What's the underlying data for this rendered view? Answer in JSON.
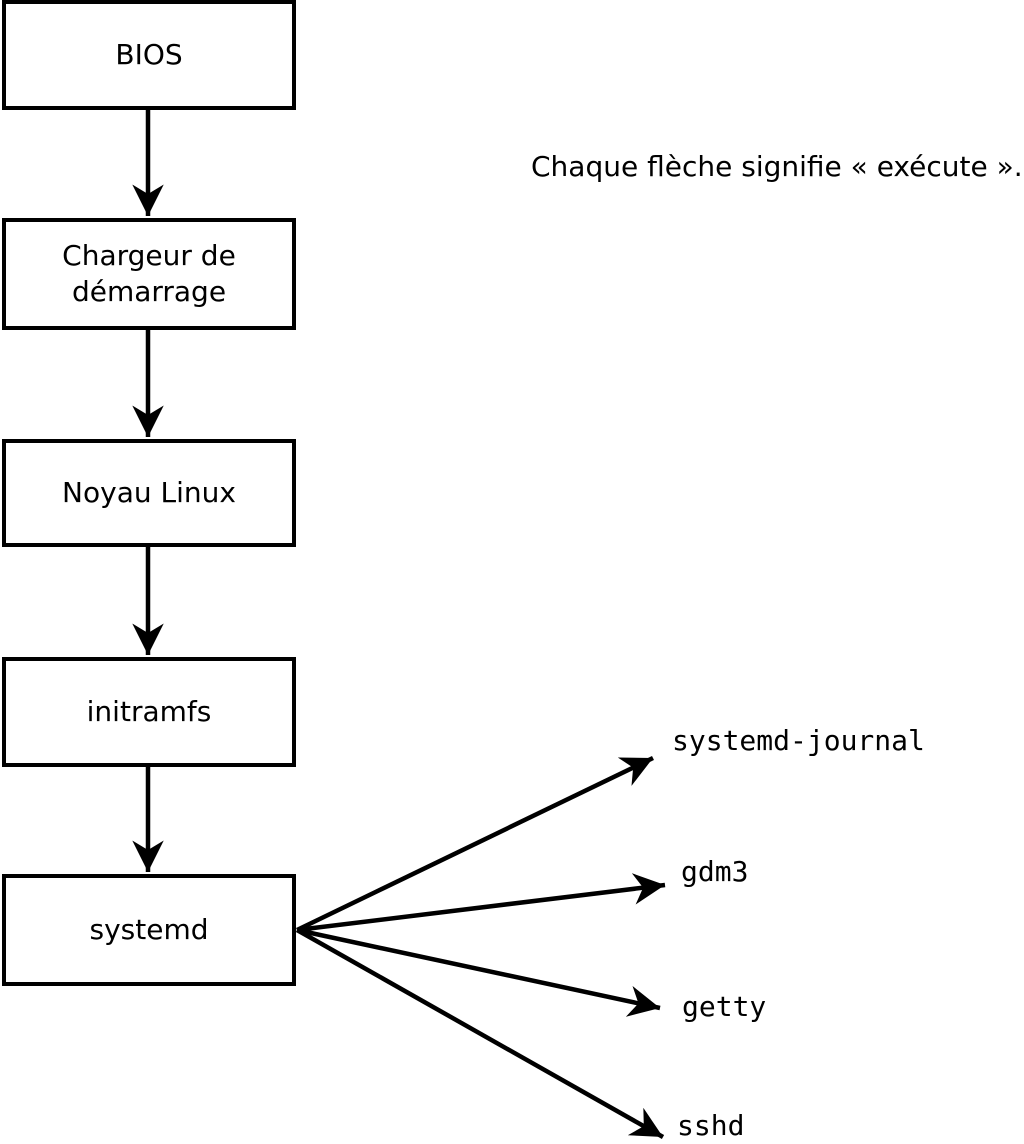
{
  "diagram": {
    "title_caption": "Chaque flèche signifie « exécute ».",
    "colors": {
      "background": "#ffffff",
      "stroke": "#000000",
      "text": "#000000"
    },
    "boxes": [
      {
        "id": "bios",
        "label": "BIOS"
      },
      {
        "id": "chargeur",
        "label": "Chargeur de démarrage"
      },
      {
        "id": "noyau",
        "label": "Noyau Linux"
      },
      {
        "id": "initramfs",
        "label": "initramfs"
      },
      {
        "id": "systemd",
        "label": "systemd"
      }
    ],
    "chain_arrows": [
      {
        "from": "bios",
        "to": "chargeur"
      },
      {
        "from": "chargeur",
        "to": "noyau"
      },
      {
        "from": "noyau",
        "to": "initramfs"
      },
      {
        "from": "initramfs",
        "to": "systemd"
      }
    ],
    "spawned_processes": [
      {
        "id": "systemd-journal",
        "label": "systemd-journal"
      },
      {
        "id": "gdm3",
        "label": "gdm3"
      },
      {
        "id": "getty",
        "label": "getty"
      },
      {
        "id": "sshd",
        "label": "sshd"
      }
    ]
  }
}
